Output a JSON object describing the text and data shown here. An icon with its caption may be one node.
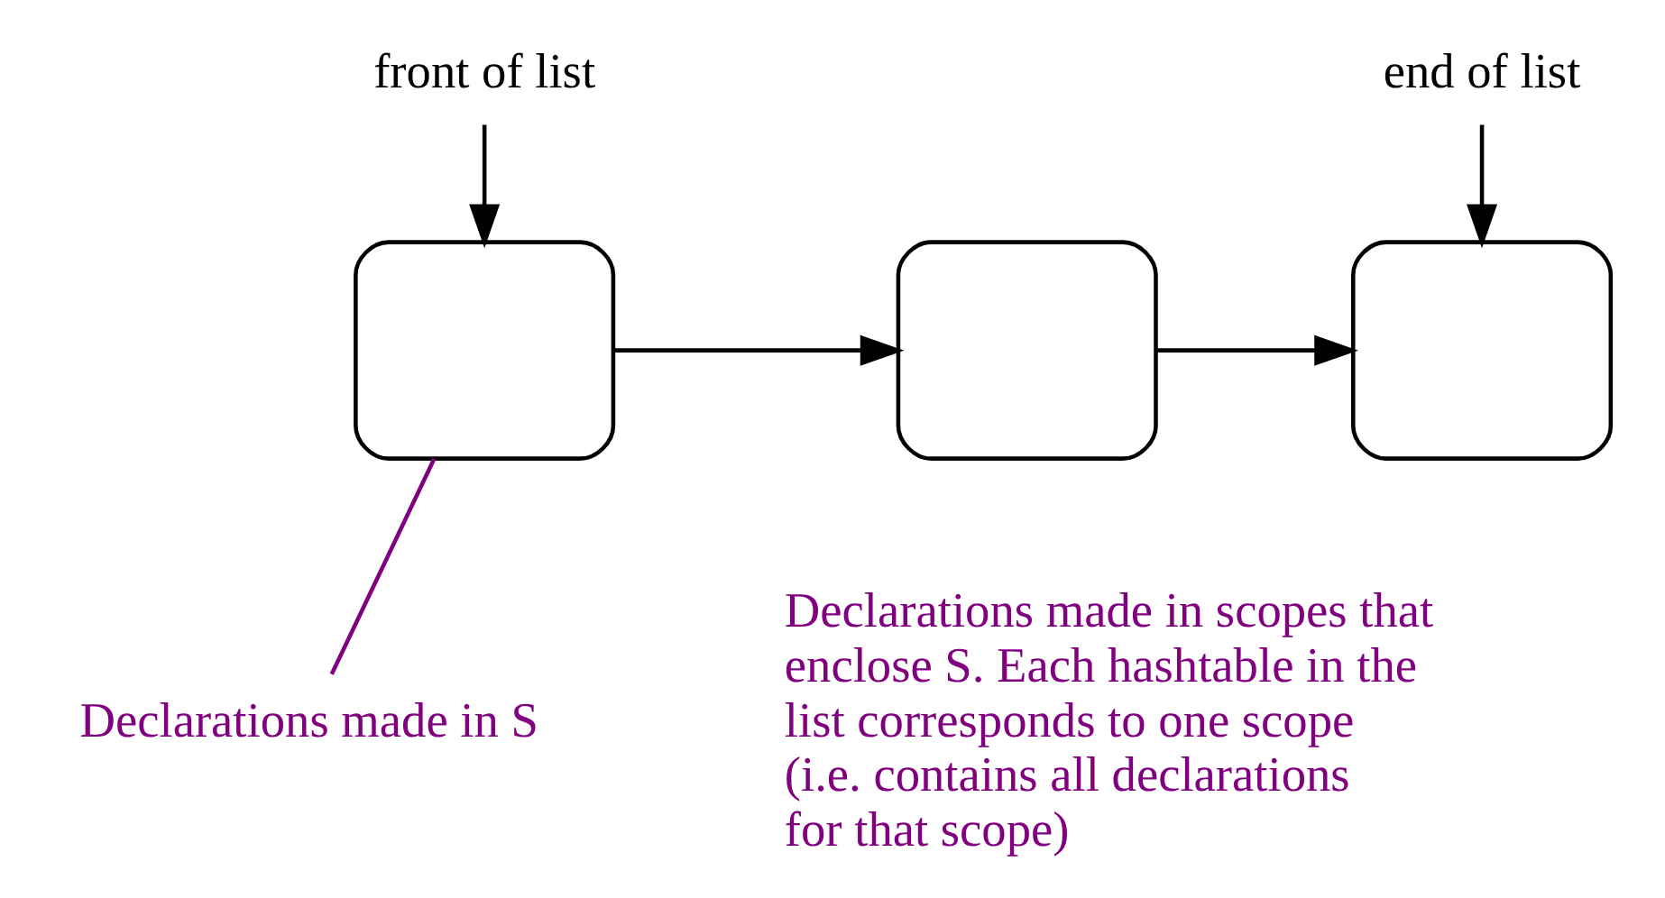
{
  "diagram": {
    "nodes": [
      {
        "text": [
          "front of list"
        ]
      },
      {
        "text": [],
        "shape": "box"
      },
      {
        "text": [],
        "shape": "box"
      },
      {
        "text": [],
        "shape": "box"
      },
      {
        "text": [
          "end of list"
        ]
      },
      {
        "text": [
          "Declarations made in S"
        ]
      }
    ],
    "edges": [
      {
        "from": 0,
        "to": 1,
        "arrow": "to"
      },
      {
        "from": 1,
        "to": 2,
        "arrow": "to"
      },
      {
        "from": 2,
        "to": 3,
        "arrow": "to"
      },
      {
        "from": 4,
        "to": 3,
        "arrow": "to"
      },
      {
        "from": 5,
        "to": 1,
        "arrow": "none",
        "color": "#800080"
      }
    ],
    "labels": [
      "Declarations made in scopes that enclose S. Each hashtable in the list corresponds to one scope (i.e. contains all declarations for that scope)"
    ]
  }
}
